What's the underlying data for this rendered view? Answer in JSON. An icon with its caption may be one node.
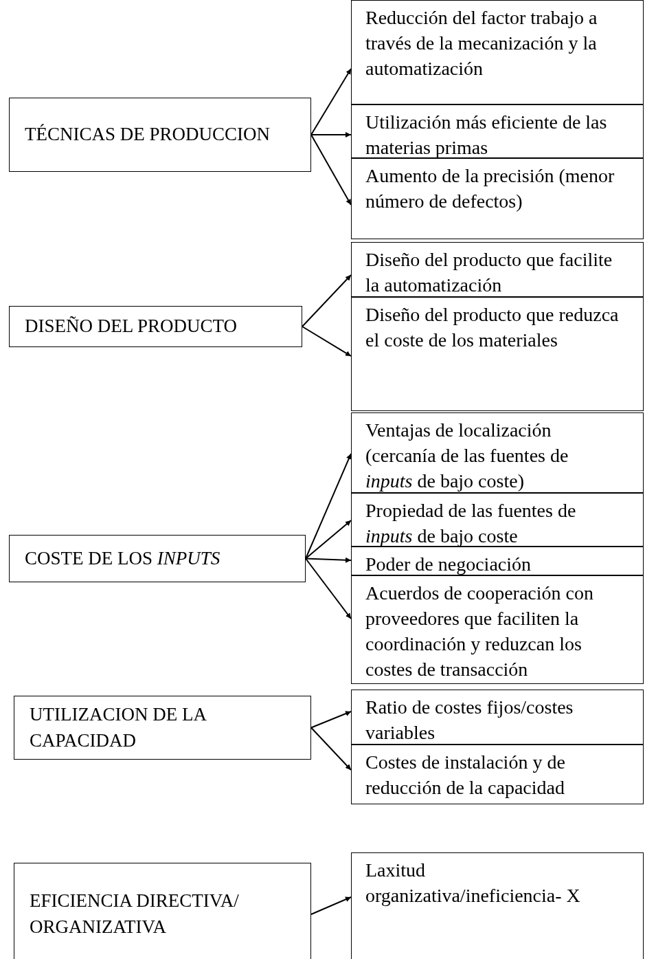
{
  "diagram": {
    "nodes": [
      {
        "text": [
          "TÉCNICAS DE PRODUCCION"
        ]
      },
      {
        "text": [
          "Reducción del factor trabajo a través de la mecanización y la automatización"
        ]
      },
      {
        "text": [
          "Utilización más eficiente de las materias primas"
        ]
      },
      {
        "text": [
          "Aumento de la precisión (menor número de defectos)"
        ]
      },
      {
        "text": [
          "DISEÑO DEL PRODUCTO"
        ]
      },
      {
        "text": [
          "Diseño del producto que facilite la automatización"
        ]
      },
      {
        "text": [
          "Diseño del producto que reduzca el coste de los materiales"
        ]
      },
      {
        "text": [
          "COSTE DE LOS *INPUTS*"
        ]
      },
      {
        "text": [
          "Ventajas de localización (cercanía de las fuentes de *inputs* de bajo coste)"
        ]
      },
      {
        "text": [
          "Propiedad de las fuentes de *inputs* de bajo coste"
        ]
      },
      {
        "text": [
          "Poder de negociación"
        ]
      },
      {
        "text": [
          "Acuerdos de cooperación con proveedores que faciliten la coordinación y reduzcan los costes de transacción"
        ]
      },
      {
        "text": [
          "UTILIZACION DE LA CAPACIDAD"
        ]
      },
      {
        "text": [
          "Ratio de costes fijos/costes variables"
        ]
      },
      {
        "text": [
          "Costes de instalación y de reducción de la capacidad"
        ]
      },
      {
        "text": [
          "EFICIENCIA DIRECTIVA/ ORGANIZATIVA"
        ]
      },
      {
        "text": [
          "Laxitud organizativa/ineficiencia- X"
        ]
      }
    ],
    "edges": [
      {
        "from": 0,
        "to": 1,
        "arrow": "to"
      },
      {
        "from": 0,
        "to": 2,
        "arrow": "to"
      },
      {
        "from": 0,
        "to": 3,
        "arrow": "to"
      },
      {
        "from": 4,
        "to": 5,
        "arrow": "to"
      },
      {
        "from": 4,
        "to": 6,
        "arrow": "to"
      },
      {
        "from": 7,
        "to": 8,
        "arrow": "to"
      },
      {
        "from": 7,
        "to": 9,
        "arrow": "to"
      },
      {
        "from": 7,
        "to": 10,
        "arrow": "to"
      },
      {
        "from": 7,
        "to": 11,
        "arrow": "to"
      },
      {
        "from": 12,
        "to": 13,
        "arrow": "to"
      },
      {
        "from": 12,
        "to": 14,
        "arrow": "to"
      },
      {
        "from": 15,
        "to": 16,
        "arrow": "to"
      }
    ]
  }
}
